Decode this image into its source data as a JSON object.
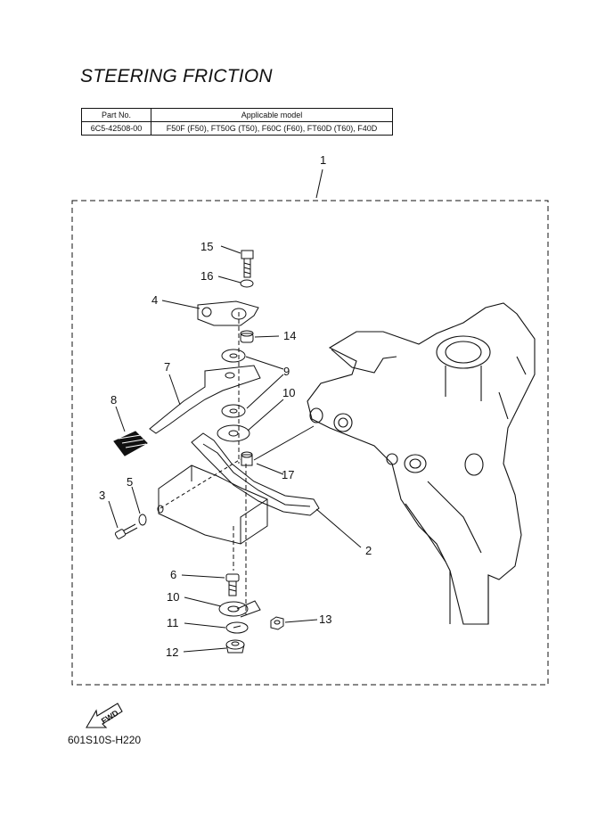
{
  "title": "STEERING FRICTION",
  "table": {
    "headers": [
      "Part No.",
      "Applicable model"
    ],
    "rows": [
      [
        "6C5-42508-00",
        "F50F (F50), FT50G (T50), F60C (F60), FT60D (T60), F40D"
      ]
    ]
  },
  "callouts": [
    "1",
    "2",
    "3",
    "4",
    "5",
    "6",
    "7",
    "8",
    "9",
    "10",
    "10",
    "11",
    "12",
    "13",
    "14",
    "15",
    "16",
    "17"
  ],
  "fwd_label": "FWD",
  "figure_code": "601S10S-H220"
}
